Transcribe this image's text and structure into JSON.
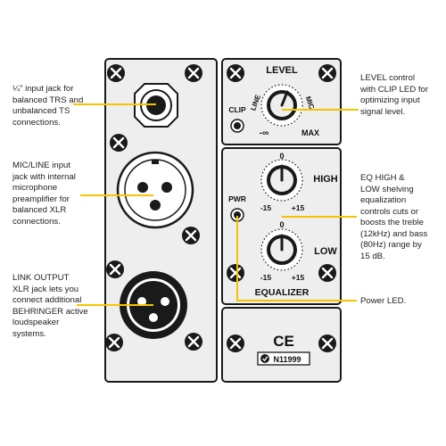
{
  "callouts": {
    "input_jack": [
      "¼\" input jack for",
      "balanced TRS and",
      "unbalanced TS",
      "connections."
    ],
    "mic_line": [
      "MIC/LINE input",
      "jack with internal",
      "microphone",
      "preamplifier for",
      "balanced XLR",
      "connections."
    ],
    "link_output": [
      "LINK OUTPUT",
      "XLR jack lets you",
      "connect additional",
      "BEHRINGER active",
      "loudspeaker",
      "systems."
    ],
    "level_control": [
      "LEVEL control",
      "with CLIP LED for",
      "optimizing input",
      "signal level."
    ],
    "eq": [
      "EQ HIGH &",
      "LOW shelving",
      "equalization",
      "controls cuts or",
      "boosts the treble",
      "(12kHz) and bass",
      "(80Hz) range by",
      "15 dB."
    ],
    "power_led": [
      "Power LED."
    ]
  },
  "panel": {
    "level_title": "LEVEL",
    "line": "LINE",
    "mic": "MIC",
    "min": "-∞",
    "max": "MAX",
    "clip": "CLIP",
    "pwr": "PWR",
    "high": "HIGH",
    "low": "LOW",
    "eq_title": "EQUALIZER",
    "zero_high": "0",
    "zero_low": "0",
    "minus_high": "-15",
    "plus_high": "+15",
    "minus_low": "-15",
    "plus_low": "+15",
    "ce": "CE",
    "cert": "N11999"
  },
  "colors": {
    "panel_fill": "#eeeeee",
    "outline": "#1a1a1a",
    "leader": "#f5c400"
  }
}
